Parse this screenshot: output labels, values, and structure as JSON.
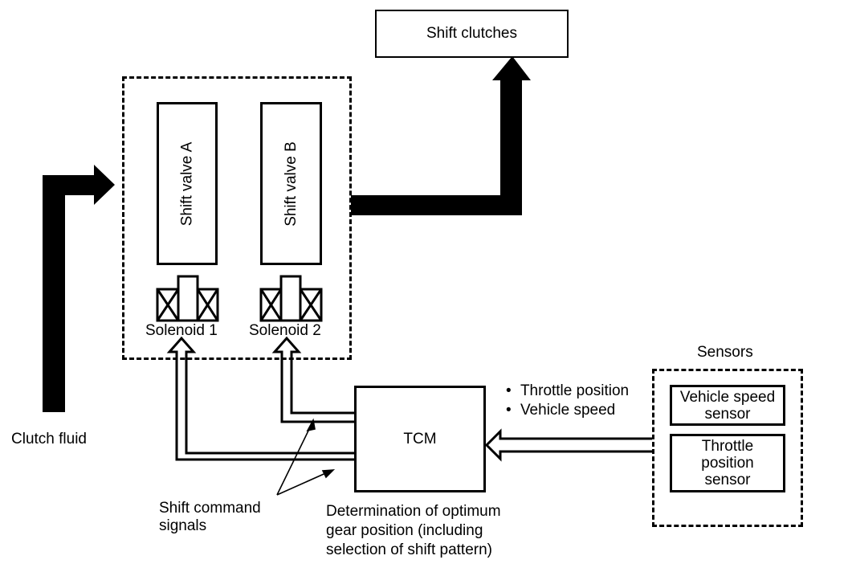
{
  "diagram": {
    "title": "Shift control system block diagram",
    "shift_clutches": {
      "label": "Shift clutches"
    },
    "shift_valves": [
      {
        "label": "Shift valve A"
      },
      {
        "label": "Shift valve B"
      }
    ],
    "solenoids": [
      {
        "label": "Solenoid 1"
      },
      {
        "label": "Solenoid 2"
      }
    ],
    "clutch_fluid": {
      "label": "Clutch fluid"
    },
    "tcm": {
      "label": "TCM"
    },
    "tcm_note": {
      "lines": [
        "Determination of optimum",
        "gear position (including",
        "selection of shift pattern)"
      ]
    },
    "signals_note": {
      "lines": [
        "Shift command",
        "signals"
      ]
    },
    "inputs": {
      "bullet": "•",
      "items": [
        "Throttle position",
        "Vehicle speed"
      ]
    },
    "sensors": {
      "title": "Sensors",
      "items": [
        {
          "lines": [
            "Vehicle speed",
            "sensor"
          ]
        },
        {
          "lines": [
            "Throttle",
            "position",
            "sensor"
          ]
        }
      ]
    }
  }
}
